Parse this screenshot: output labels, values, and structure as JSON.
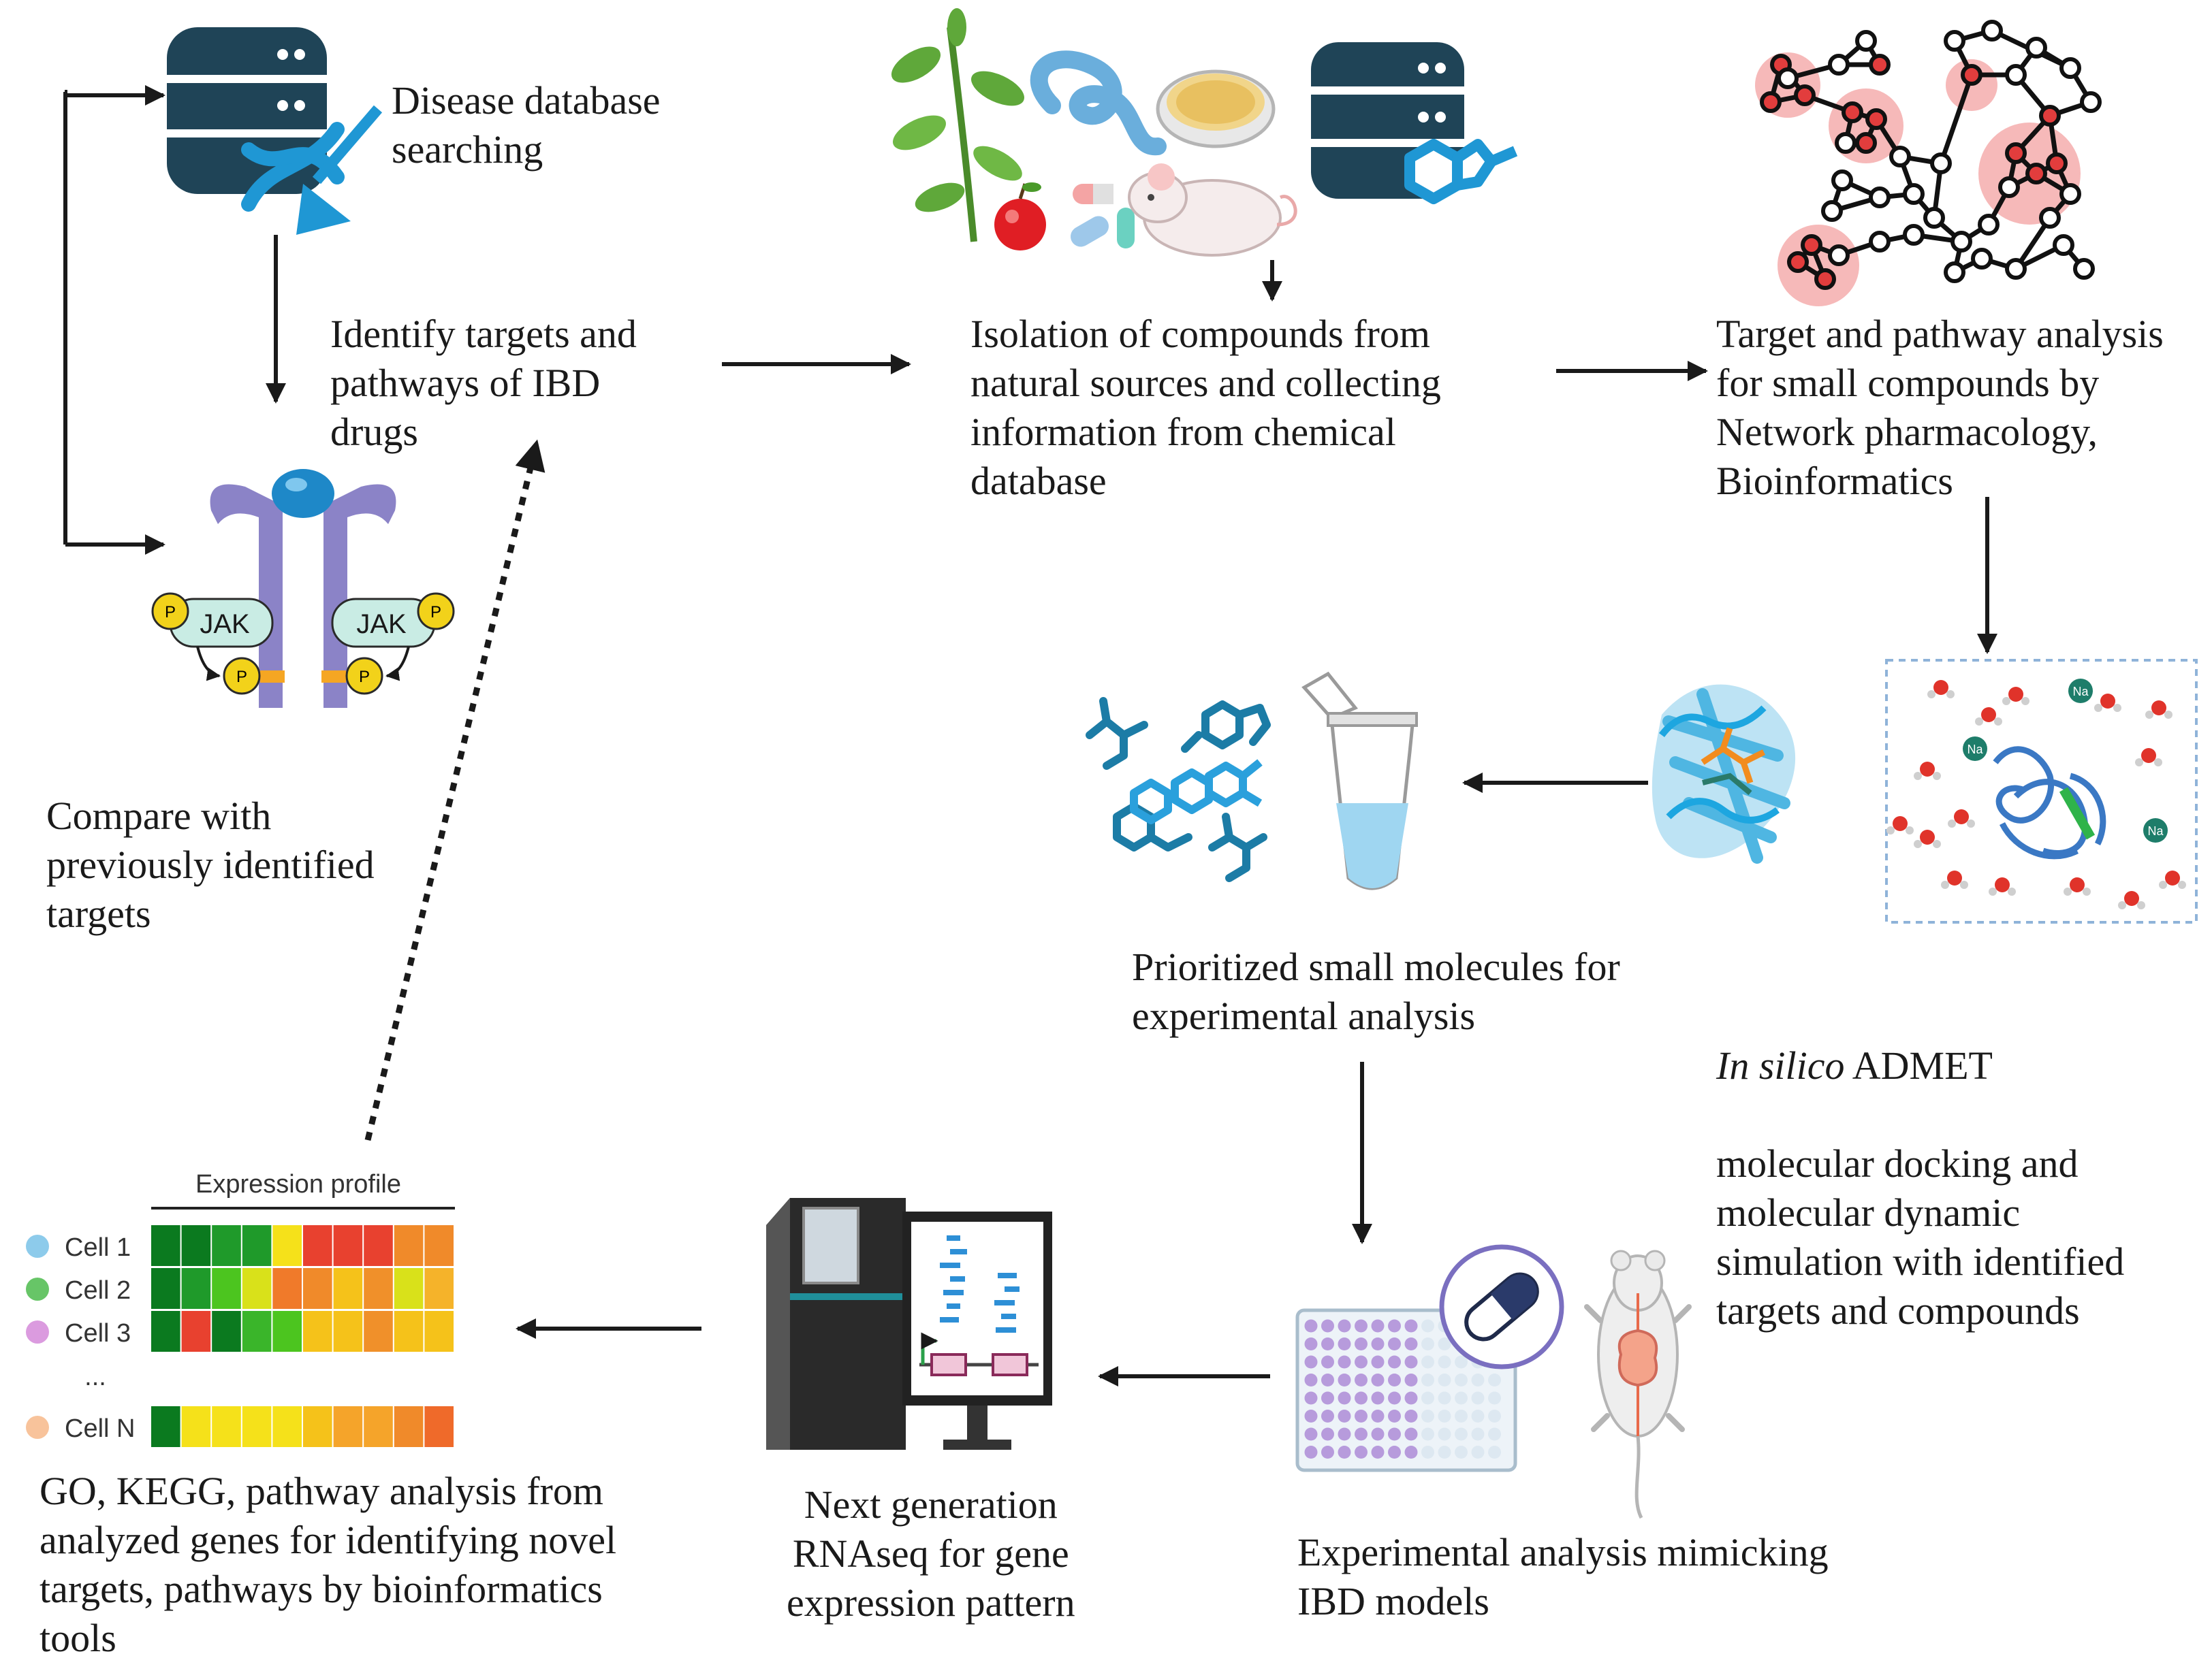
{
  "colors": {
    "arrow": "#1a1a1a",
    "db_dark": "#1f4457",
    "db_accent": "#1f97d4",
    "receptor": "#8b83c7",
    "ligand": "#1e88c8",
    "jak_fill": "#c9ece4",
    "phospho": "#f2d21a",
    "network_node": "#ffffff",
    "network_hub": "#e23d3d",
    "network_glow": "#f6b9b9",
    "molecule": "#1c7ca6",
    "heat_dark_green": "#0b7a1f",
    "heat_green": "#2db52d",
    "heat_yellow": "#f5e11a",
    "heat_orange": "#f7a42a",
    "heat_red": "#e8412f"
  },
  "labels": {
    "disease_db": "Disease database\nsearching",
    "identify_targets": "Identify targets and\npathways of IBD\ndrugs",
    "isolation": "Isolation of compounds from\nnatural sources and collecting\ninformation from chemical\ndatabase",
    "target_pathway": "Target and pathway analysis\nfor small compounds by\nNetwork pharmacology,\nBioinformatics",
    "compare": "Compare with\npreviously identified\ntargets",
    "prioritized": "Prioritized small molecules for\nexperimental analysis",
    "insilico_italic": "In silico",
    "insilico_rest": " ADMET",
    "insilico_more": "molecular docking and\nmolecular dynamic\nsimulation with identified\ntargets and compounds",
    "experimental": "Experimental analysis mimicking\nIBD models",
    "ngs": "Next generation\nRNAseq for gene\nexpression pattern",
    "go_kegg": "GO, KEGG, pathway analysis from\nanalyzed  genes for identifying novel\ntargets, pathways by bioinformatics\ntools"
  },
  "jak": {
    "left": "JAK",
    "right": "JAK",
    "phospho": "P"
  },
  "solvent": {
    "na": "Na"
  },
  "heatmap": {
    "title": "Expression profile",
    "rows": [
      {
        "label": "Cell 1",
        "dot": "#79c2e8",
        "cells": [
          "#0b7a1f",
          "#0b7a1f",
          "#1f9a2a",
          "#1f9a2a",
          "#f5e11a",
          "#e8412f",
          "#e8412f",
          "#e8412f",
          "#f08a2a",
          "#f08a2a"
        ]
      },
      {
        "label": "Cell 2",
        "dot": "#4cbb4c",
        "cells": [
          "#0b7a1f",
          "#1f9a2a",
          "#4cc51f",
          "#d9e11a",
          "#f07a2a",
          "#f08a2a",
          "#f5c21a",
          "#f0902a",
          "#d9e11a",
          "#f5b32a"
        ]
      },
      {
        "label": "Cell 3",
        "dot": "#d58ad9",
        "cells": [
          "#0b7a1f",
          "#e8412f",
          "#0b7a1f",
          "#3ab52a",
          "#4cc51f",
          "#f5c21a",
          "#f5c21a",
          "#f0902a",
          "#f5c21a",
          "#f5c21a"
        ]
      },
      {
        "label": "...",
        "dot": "",
        "cells": []
      },
      {
        "label": "Cell N",
        "dot": "#f7b98a",
        "cells": [
          "#0b7a1f",
          "#f5e11a",
          "#f5e11a",
          "#f5e11a",
          "#f5e11a",
          "#f5c21a",
          "#f5a42a",
          "#f5a42a",
          "#f08a2a",
          "#ef6a2a"
        ]
      }
    ]
  }
}
